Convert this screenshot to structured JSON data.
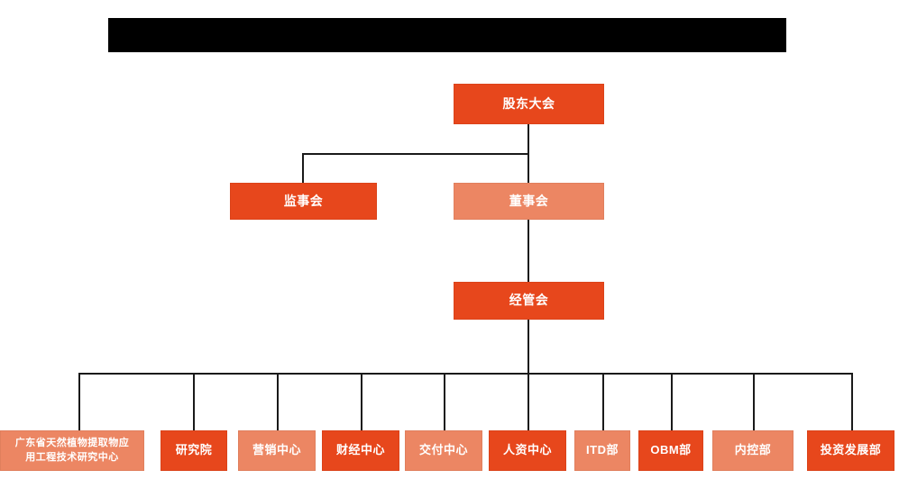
{
  "page": {
    "title_bar": {
      "name": "redacted-title-bar",
      "text": "",
      "color": "#000000"
    },
    "background_color": "#ffffff"
  },
  "theme": {
    "accent_dark": "#E7471C",
    "accent_light": "#EC8663",
    "connector_color": "#1a1a1a",
    "node_text_color": "#ffffff"
  },
  "chart_data": {
    "type": "diagram",
    "diagram_type": "org-chart",
    "title": "",
    "orientation": "top-down",
    "levels": 4,
    "nodes": [
      {
        "id": "shareholders",
        "label": "股东大会",
        "level": 1,
        "fill": "dark"
      },
      {
        "id": "supervisors",
        "label": "监事会",
        "level": 2,
        "fill": "dark"
      },
      {
        "id": "board",
        "label": "董事会",
        "level": 2,
        "fill": "light"
      },
      {
        "id": "management",
        "label": "经管会",
        "level": 3,
        "fill": "dark"
      },
      {
        "id": "eng-center",
        "label": "广东省天然植物提取物应\n用工程技术研究中心",
        "level": 4,
        "fill": "light"
      },
      {
        "id": "research-inst",
        "label": "研究院",
        "level": 4,
        "fill": "dark"
      },
      {
        "id": "marketing",
        "label": "营销中心",
        "level": 4,
        "fill": "light"
      },
      {
        "id": "finance",
        "label": "财经中心",
        "level": 4,
        "fill": "dark"
      },
      {
        "id": "delivery",
        "label": "交付中心",
        "level": 4,
        "fill": "light"
      },
      {
        "id": "hr",
        "label": "人资中心",
        "level": 4,
        "fill": "dark"
      },
      {
        "id": "itd",
        "label": "ITD部",
        "level": 4,
        "fill": "light"
      },
      {
        "id": "obm",
        "label": "OBM部",
        "level": 4,
        "fill": "dark"
      },
      {
        "id": "internal-ctrl",
        "label": "内控部",
        "level": 4,
        "fill": "light"
      },
      {
        "id": "investment",
        "label": "投资发展部",
        "level": 4,
        "fill": "dark"
      }
    ],
    "edges": [
      {
        "from": "shareholders",
        "to": "supervisors"
      },
      {
        "from": "shareholders",
        "to": "board"
      },
      {
        "from": "board",
        "to": "management"
      },
      {
        "from": "management",
        "to": "eng-center"
      },
      {
        "from": "management",
        "to": "research-inst"
      },
      {
        "from": "management",
        "to": "marketing"
      },
      {
        "from": "management",
        "to": "finance"
      },
      {
        "from": "management",
        "to": "delivery"
      },
      {
        "from": "management",
        "to": "hr"
      },
      {
        "from": "management",
        "to": "itd"
      },
      {
        "from": "management",
        "to": "obm"
      },
      {
        "from": "management",
        "to": "internal-ctrl"
      },
      {
        "from": "management",
        "to": "investment"
      }
    ]
  }
}
